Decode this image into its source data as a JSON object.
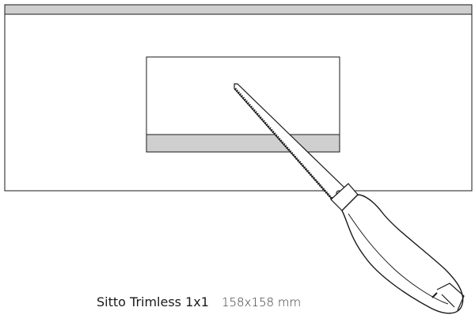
{
  "caption": {
    "product": "Sitto Trimless 1x1",
    "size": "158x158 mm"
  },
  "colors": {
    "line": "#1a1a1a",
    "gray_fill": "#cfcfcf",
    "background": "#ffffff"
  },
  "icons": [
    "jab-saw-icon",
    "ceiling-panel-shape",
    "trimless-frame-shape"
  ]
}
